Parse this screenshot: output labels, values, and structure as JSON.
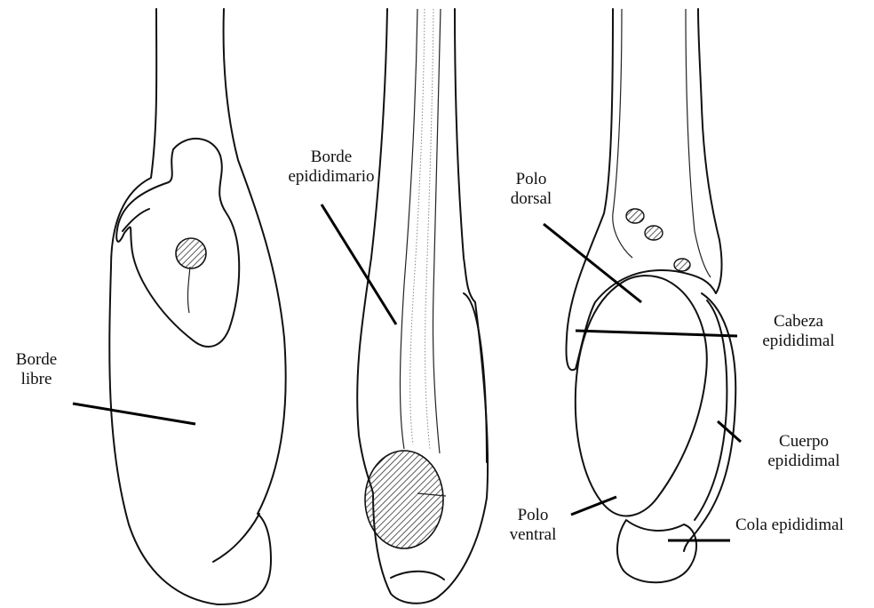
{
  "labels": {
    "borde_libre": "Borde\nlibre",
    "borde_epididimario": "Borde\nepididimario",
    "polo_dorsal": "Polo\ndorsal",
    "cabeza_epididimal": "Cabeza\nepididimal",
    "cuerpo_epididimal": "Cuerpo\nepididimal",
    "polo_ventral": "Polo\nventral",
    "cola_epididimal": "Cola epididimal"
  },
  "colors": {
    "ink": "#111111",
    "hatch": "#333333",
    "background": "#ffffff"
  }
}
